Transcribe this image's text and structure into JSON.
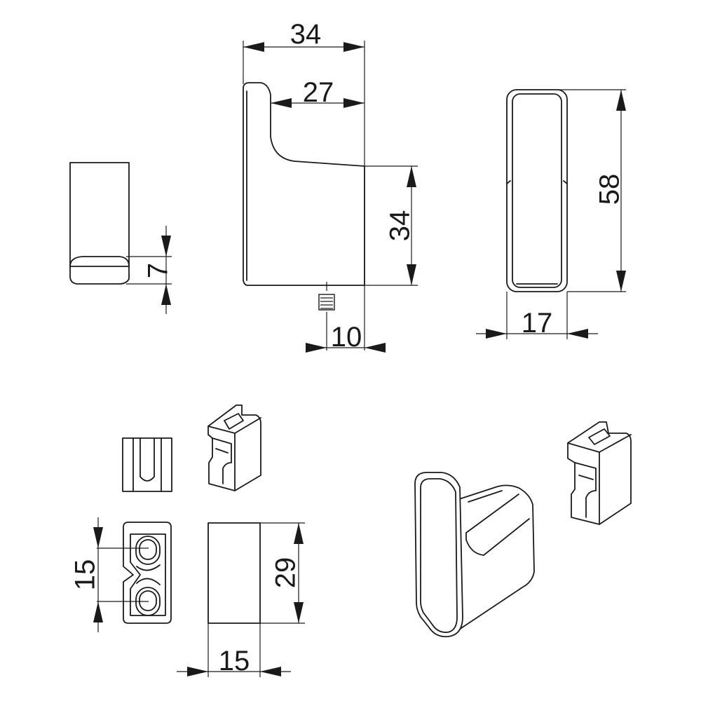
{
  "dimensions": {
    "side_overall_width": "34",
    "side_hook_depth": "27",
    "side_lower_height": "34",
    "side_screw_offset": "10",
    "front_overall_height": "58",
    "front_width": "17",
    "left_bottom_thickness": "7",
    "mount_hole_spacing": "15",
    "mount_height": "29",
    "mount_width": "15"
  }
}
